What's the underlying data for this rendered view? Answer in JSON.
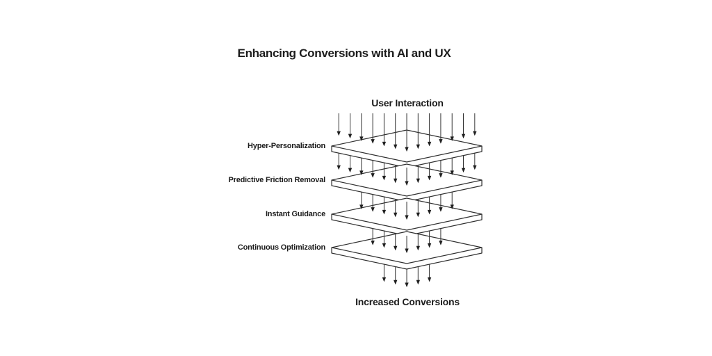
{
  "title": "Enhancing Conversions with AI and UX",
  "diagram": {
    "input_label": "User Interaction",
    "output_label": "Increased Conversions",
    "layers": [
      {
        "label": "Hyper-Personalization",
        "arrows_in": 13
      },
      {
        "label": "Predictive Friction Removal",
        "arrows_in": 13
      },
      {
        "label": "Instant Guidance",
        "arrows_in": 9
      },
      {
        "label": "Continuous Optimization",
        "arrows_in": 7
      }
    ],
    "arrows_out": 5,
    "colors": {
      "background": "#ffffff",
      "text": "#1c1c1c",
      "arrow_line": "#3a3a3a",
      "arrowhead": "#1e1e1e",
      "plate_outline": "#2f2f2f",
      "plate_fill": "#ffffff"
    }
  }
}
